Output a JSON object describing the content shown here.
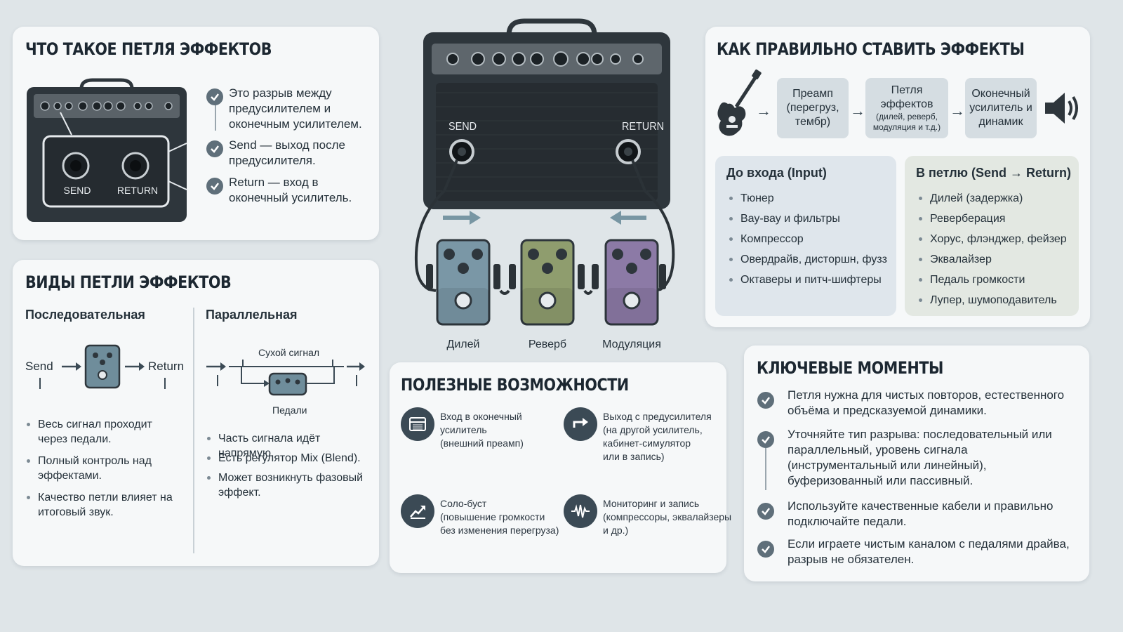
{
  "what_is": {
    "title": "ЧТО ТАКОЕ ПЕТЛЯ ЭФФЕКТОВ",
    "amp_send": "SEND",
    "amp_return": "RETURN",
    "points": [
      "Это разрыв между предусилителем и оконечным усилителем.",
      "Send — выход после предусилителя.",
      "Return — вход в оконечный усилитель."
    ]
  },
  "center": {
    "send": "SEND",
    "return": "RETURN",
    "pedals": [
      {
        "label": "Дилей",
        "color": "#7a97a6"
      },
      {
        "label": "Реверб",
        "color": "#8f9d6e"
      },
      {
        "label": "Модуляция",
        "color": "#8c7aa6"
      }
    ]
  },
  "placement": {
    "title": "КАК ПРАВИЛЬНО СТАВИТЬ ЭФФЕКТЫ",
    "flow": [
      {
        "main": "Преамп (перегруз, тембр)",
        "sub": ""
      },
      {
        "main": "Петля эффектов",
        "sub": "(дилей, реверб, модуляция и т.д.)"
      },
      {
        "main": "Оконечный усилитель и динамик",
        "sub": ""
      }
    ],
    "input_title": "До входа (Input)",
    "input_items": [
      "Тюнер",
      "Вау-вау и фильтры",
      "Компрессор",
      "Овердрайв, дисторшн, фузз",
      "Октаверы и питч-шифтеры"
    ],
    "loop_title": "В петлю (Send → Return)",
    "loop_items": [
      "Дилей (задержка)",
      "Реверберация",
      "Хорус, флэнджер, фейзер",
      "Эквалайзер",
      "Педаль громкости",
      "Лупер, шумоподавитель"
    ]
  },
  "types": {
    "title": "ВИДЫ ПЕТЛИ ЭФФЕКТОВ",
    "serial": {
      "title": "Последовательная",
      "send": "Send",
      "return": "Return",
      "items": [
        "Весь сигнал проходит через педали.",
        "Полный контроль над эффектами.",
        "Качество петли влияет на итоговый звук."
      ]
    },
    "parallel": {
      "title": "Параллельная",
      "dry": "Сухой сигнал",
      "pedals": "Педали",
      "items": [
        "Часть сигнала идёт напрямую.",
        "Есть регулятор Mix (Blend).",
        "Может возникнуть фазовый эффект."
      ]
    }
  },
  "features": {
    "title": "ПОЛЕЗНЫЕ ВОЗМОЖНОСТИ",
    "items": [
      {
        "icon": "amp-input-icon",
        "text": [
          "Вход в оконечный",
          "усилитель",
          "(внешний преамп)"
        ]
      },
      {
        "icon": "arrow-right-icon",
        "text": [
          "Выход с предусилителя",
          "(на другой усилитель,",
          "кабинет-симулятор",
          "или в запись)"
        ]
      },
      {
        "icon": "boost-chart-icon",
        "text": [
          "Соло-буст",
          "(повышение громкости",
          "без изменения перегруза)"
        ]
      },
      {
        "icon": "waveform-icon",
        "text": [
          "Мониторинг и запись",
          "(компрессоры, эквалайзеры",
          "и др.)"
        ]
      }
    ]
  },
  "key_points": {
    "title": "КЛЮЧЕВЫЕ МОМЕНТЫ",
    "items": [
      "Петля нужна для чистых повторов, естественного объёма и предсказуемой динамики.",
      "Уточняйте тип разрыва: последовательный или параллельный, уровень сигнала (инструментальный или линейный), буферизованный или пассивный.",
      "Используйте качественные кабели и правильно подключайте педали.",
      "Если играете чистым каналом с педалями драйва, разрыв не обязателен."
    ]
  }
}
